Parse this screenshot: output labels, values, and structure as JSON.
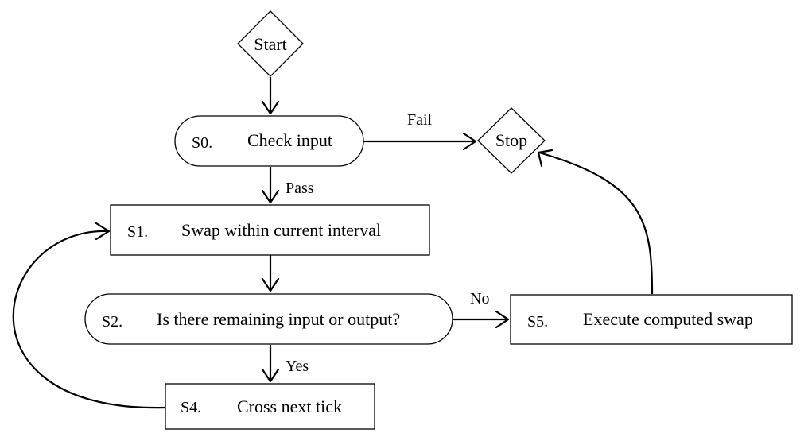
{
  "nodes": {
    "start": {
      "label": "Start"
    },
    "stop": {
      "label": "Stop"
    },
    "s0": {
      "step": "S0.",
      "label": "Check input"
    },
    "s1": {
      "step": "S1.",
      "label": "Swap within current interval"
    },
    "s2": {
      "step": "S2.",
      "label": "Is there remaining input or output?"
    },
    "s4": {
      "step": "S4.",
      "label": "Cross next tick"
    },
    "s5": {
      "step": "S5.",
      "label": "Execute computed swap"
    }
  },
  "edges": {
    "s0_stop": "Fail",
    "s0_s1": "Pass",
    "s2_s5": "No",
    "s2_s4": "Yes"
  }
}
